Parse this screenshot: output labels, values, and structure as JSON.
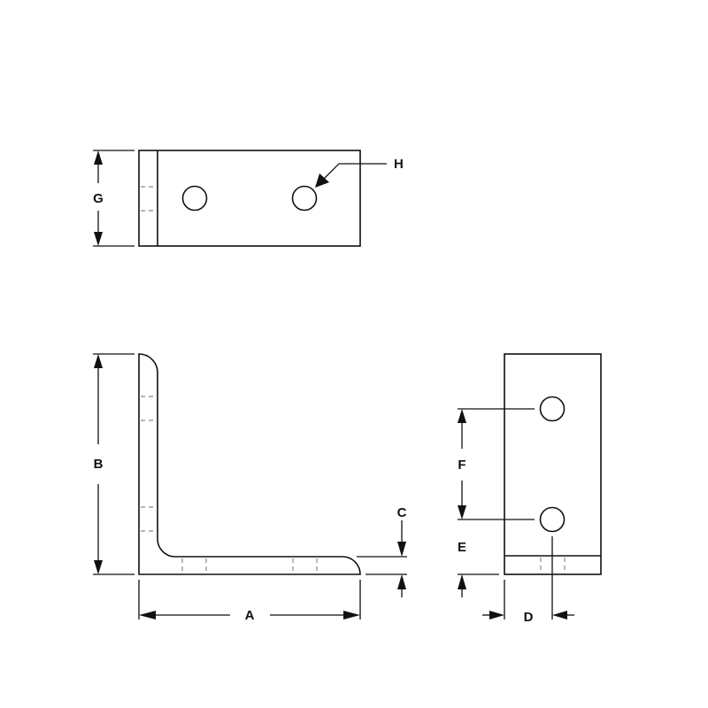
{
  "diagram": {
    "subject": "L-bracket technical drawing",
    "views": [
      "top-view",
      "front-view",
      "side-view"
    ],
    "colors": {
      "line": "#111111",
      "hidden_line": "#888888",
      "background": "#ffffff"
    },
    "dimensions": {
      "A": "A",
      "B": "B",
      "C": "C",
      "D": "D",
      "E": "E",
      "F": "F",
      "G": "G",
      "H": "H"
    }
  }
}
